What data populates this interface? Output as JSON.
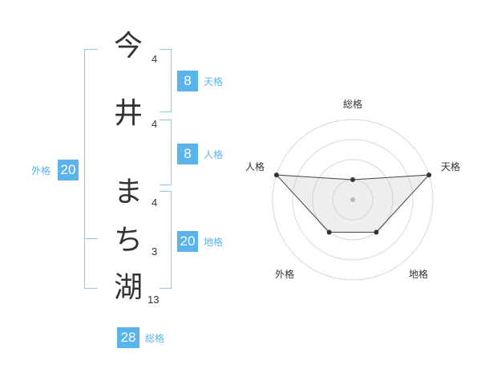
{
  "name": {
    "characters": [
      {
        "char": "今",
        "strokes": "4"
      },
      {
        "char": "井",
        "strokes": "4"
      },
      {
        "char": "ま",
        "strokes": "4"
      },
      {
        "char": "ち",
        "strokes": "3"
      },
      {
        "char": "湖",
        "strokes": "13"
      }
    ]
  },
  "fortunes": {
    "tenkaku": {
      "label": "天格",
      "value": "8"
    },
    "jinkaku": {
      "label": "人格",
      "value": "8"
    },
    "chikaku": {
      "label": "地格",
      "value": "20"
    },
    "gaikaku": {
      "label": "外格",
      "value": "20"
    },
    "soukaku": {
      "label": "総格",
      "value": "28"
    }
  },
  "colors": {
    "accent": "#5ab4ec",
    "bracket": "#8cc9f0",
    "text": "#333333"
  },
  "chart_data": {
    "type": "radar",
    "axes": [
      "総格",
      "天格",
      "地格",
      "外格",
      "人格"
    ],
    "rings": 4,
    "values": [
      0.25,
      1,
      0.5,
      0.5,
      1
    ]
  }
}
